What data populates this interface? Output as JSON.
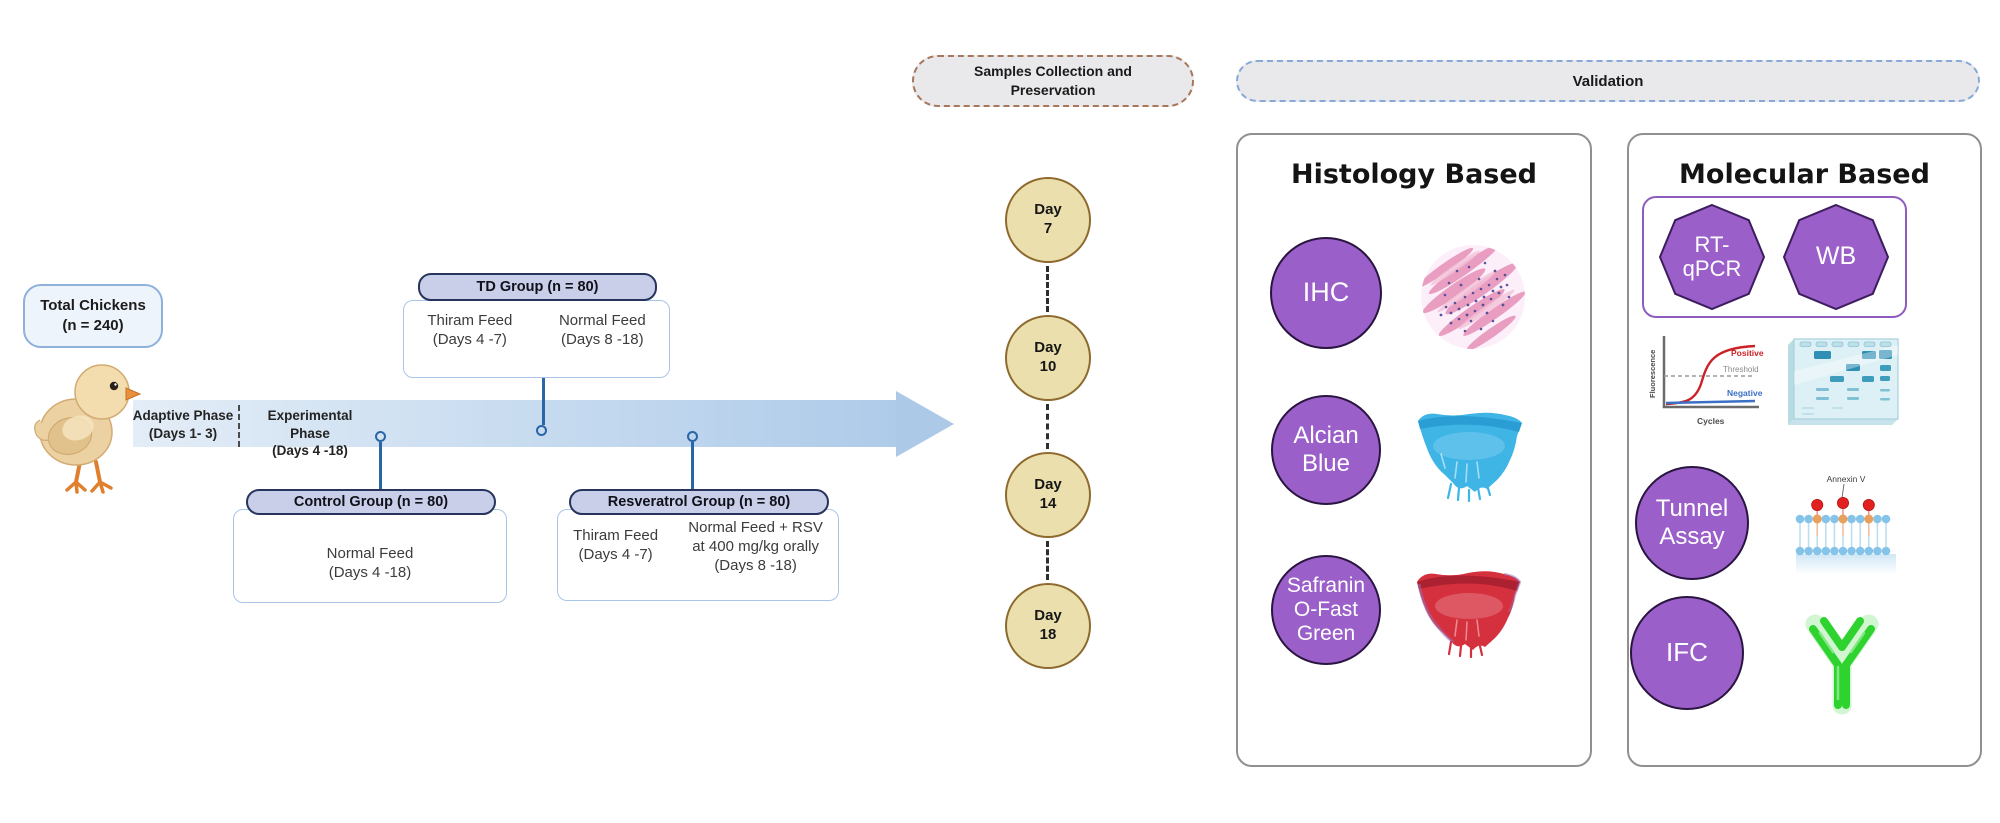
{
  "left": {
    "total_chickens": {
      "line1": "Total Chickens",
      "line2": "(n = 240)"
    },
    "phases": {
      "adaptive_line1": "Adaptive Phase",
      "adaptive_line2": "(Days 1- 3)",
      "experimental_line1": "Experimental Phase",
      "experimental_line2": "(Days 4 -18)"
    },
    "td_group": {
      "header": "TD Group (n = 80)",
      "feed1_line1": "Thiram Feed",
      "feed1_line2": "(Days 4 -7)",
      "feed2_line1": "Normal Feed",
      "feed2_line2": "(Days 8 -18)"
    },
    "control_group": {
      "header": "Control Group (n = 80)",
      "feed_line1": "Normal Feed",
      "feed_line2": "(Days 4 -18)"
    },
    "resveratrol_group": {
      "header": "Resveratrol Group (n = 80)",
      "feed1_line1": "Thiram Feed",
      "feed1_line2": "(Days 4 -7)",
      "feed2_line1": "Normal Feed + RSV",
      "feed2_line2": "at 400 mg/kg orally",
      "feed2_line3": "(Days 8 -18)"
    }
  },
  "sampling": {
    "header_line1": "Samples Collection and",
    "header_line2": "Preservation",
    "days": [
      {
        "word": "Day",
        "num": "7"
      },
      {
        "word": "Day",
        "num": "10"
      },
      {
        "word": "Day",
        "num": "14"
      },
      {
        "word": "Day",
        "num": "18"
      }
    ]
  },
  "validation": {
    "header": "Validation",
    "histology": {
      "title": "Histology Based",
      "ihc": "IHC",
      "alcian_line1": "Alcian",
      "alcian_line2": "Blue",
      "safranin_line1": "Safranin",
      "safranin_line2": "O-Fast",
      "safranin_line3": "Green"
    },
    "molecular": {
      "title": "Molecular Based",
      "rtqpcr_line1": "RT-",
      "rtqpcr_line2": "qPCR",
      "wb": "WB",
      "tunnel_line1": "Tunnel",
      "tunnel_line2": "Assay",
      "ifc": "IFC",
      "annexin": "Annexin V",
      "qpcr_chart": {
        "ylabel": "Fluorescence",
        "xlabel": "Cycles",
        "positive": "Positive",
        "threshold": "Threshold",
        "negative": "Negative"
      }
    }
  },
  "colors": {
    "purple": "#9a5fc9",
    "day_fill": "#ebdfae",
    "day_border": "#8e6a2e",
    "connector_blue": "#2a65a5",
    "band_light": "#e3edf7",
    "band_dark": "#aecbe9",
    "group_header_fill": "#c9cfe9",
    "group_header_border": "#27355e",
    "pill_fill": "#e9e9eb",
    "samples_dash": "#a8765a",
    "validation_dash": "#88a9d8",
    "panel_border": "#909090",
    "positive_red": "#cc2127",
    "negative_blue": "#3a6fc4"
  }
}
